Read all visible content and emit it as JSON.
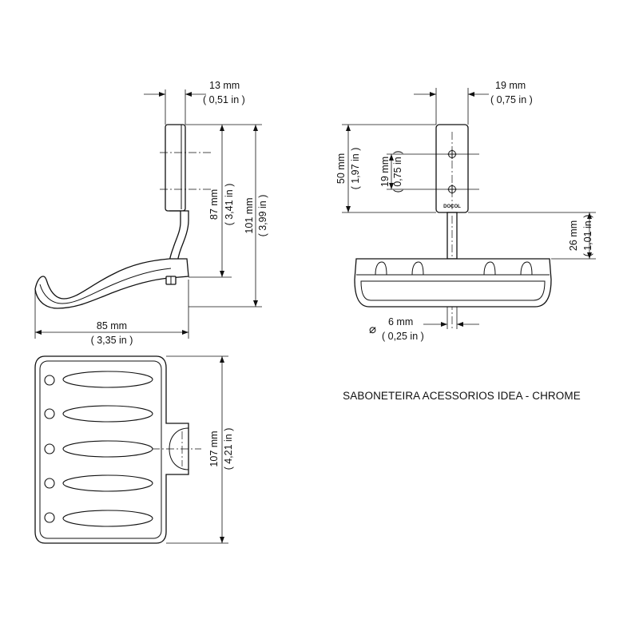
{
  "title": "SABONETEIRA ACESSORIOS IDEA - CHROME",
  "brand_mark": "DOCOL",
  "side_view": {
    "width_top": {
      "mm": "13 mm",
      "in": "( 0,51 in )"
    },
    "height_87": {
      "mm": "87 mm",
      "in": "( 3,41 in )"
    },
    "height_101": {
      "mm": "101 mm",
      "in": "( 3,99 in )"
    },
    "depth": {
      "mm": "85 mm",
      "in": "( 3,35 in )"
    }
  },
  "front_view": {
    "plate_width": {
      "mm": "19 mm",
      "in": "( 0,75 in )"
    },
    "plate_height": {
      "mm": "50 mm",
      "in": "( 1,97 in )"
    },
    "hole_spacing": {
      "mm": "19 mm",
      "in": "( 0,75 in )"
    },
    "arm_drop": {
      "mm": "26 mm",
      "in": "( 1,01 in )"
    },
    "diameter": {
      "symbol": "⌀",
      "mm": "6 mm",
      "in": "( 0,25 in )"
    }
  },
  "top_view": {
    "length": {
      "mm": "107 mm",
      "in": "( 4,21 in )"
    }
  }
}
